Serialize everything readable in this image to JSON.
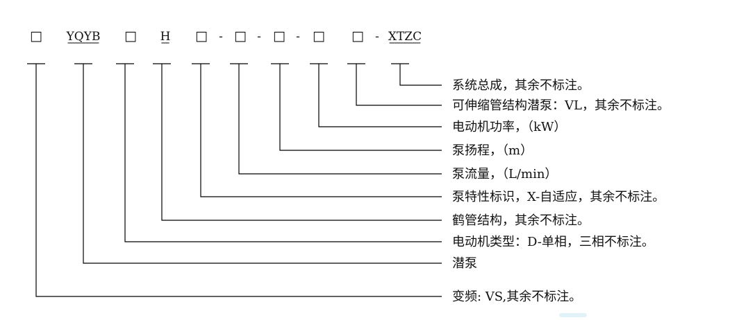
{
  "code_tokens": [
    {
      "id": "box1",
      "text": "□",
      "underline": false
    },
    {
      "id": "yqyb",
      "text": "YQYB",
      "underline": true
    },
    {
      "id": "box2",
      "text": "□",
      "underline": false
    },
    {
      "id": "h",
      "text": "H",
      "underline": true
    },
    {
      "id": "box3",
      "text": "□",
      "underline": false
    },
    {
      "id": "dash1",
      "text": "-",
      "underline": false
    },
    {
      "id": "box4",
      "text": "□",
      "underline": false
    },
    {
      "id": "dash2",
      "text": "-",
      "underline": false
    },
    {
      "id": "box5",
      "text": "□",
      "underline": false
    },
    {
      "id": "dash3",
      "text": "-",
      "underline": false
    },
    {
      "id": "box6",
      "text": "□",
      "underline": false
    },
    {
      "id": "box7",
      "text": "□",
      "underline": false
    },
    {
      "id": "dash4",
      "text": "-",
      "underline": false
    },
    {
      "id": "xtzc",
      "text": "XTZC",
      "underline": true
    }
  ],
  "descriptions": [
    "系统总成，其余不标注。",
    "可伸缩管结构潜泵：VL，其余不标注。",
    "电动机功率，（kW）",
    "泵扬程，（m）",
    "泵流量，（L/min）",
    "泵特性标识，X-自适应，其余不标注。",
    "鹤管结构，其余不标注。",
    "电动机类型：D-单相，三相不标注。",
    "潜泵",
    "变频: VS,其余不标注。"
  ],
  "line_color": "#000000"
}
